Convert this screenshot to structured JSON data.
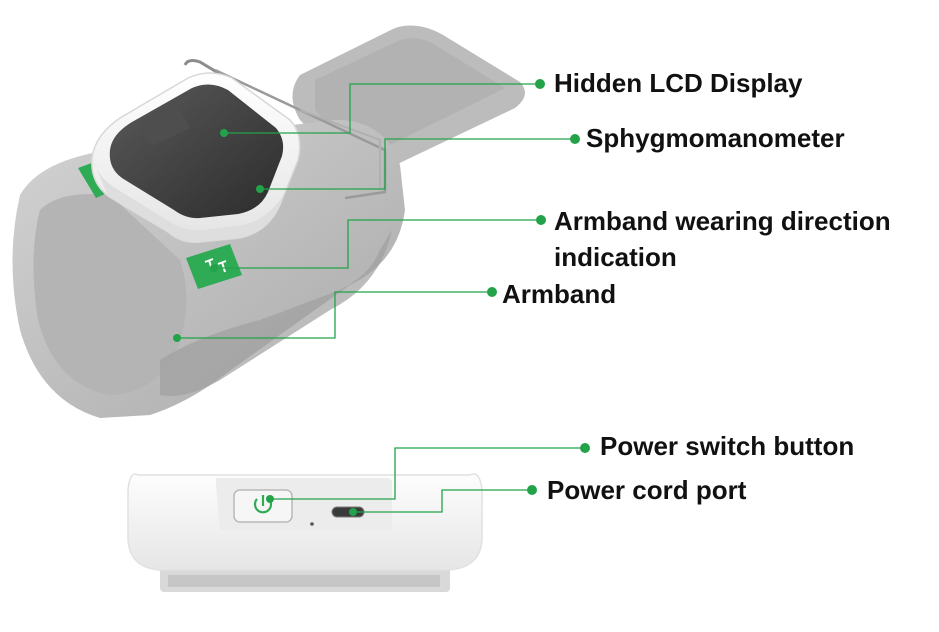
{
  "labels": {
    "lcd": "Hidden LCD Display",
    "sphyg": "Sphygmomanometer",
    "direction_line1": "Armband wearing direction",
    "direction_line2": "indication",
    "armband": "Armband",
    "power_switch": "Power switch button",
    "power_port": "Power cord port"
  },
  "colors": {
    "leader": "#22a34a",
    "cuff": "#c2c2c2",
    "cuff_dark": "#9d9d9d",
    "device_body": "#f4f4f4",
    "screen": "#3f3f3f",
    "tag": "#2faa55"
  },
  "icons": {
    "power": "power-icon",
    "direction": "wearing-direction-icon"
  }
}
